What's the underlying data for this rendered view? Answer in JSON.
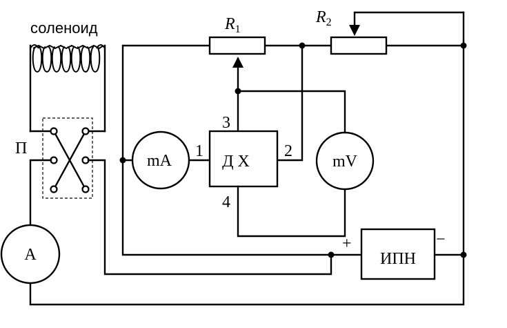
{
  "labels": {
    "solenoid": "соленоид",
    "switch": "П",
    "ammeter": "A",
    "milliammeter": "mA",
    "millivoltmeter": "mV",
    "hall_sensor": "Д Х",
    "power_supply": "ИПН",
    "pin_1": "1",
    "pin_2": "2",
    "pin_3": "3",
    "pin_4": "4",
    "plus": "+",
    "minus": "−"
  },
  "resistors": {
    "r1": {
      "symbol": "R",
      "sub": "1"
    },
    "r2": {
      "symbol": "R",
      "sub": "2"
    }
  }
}
